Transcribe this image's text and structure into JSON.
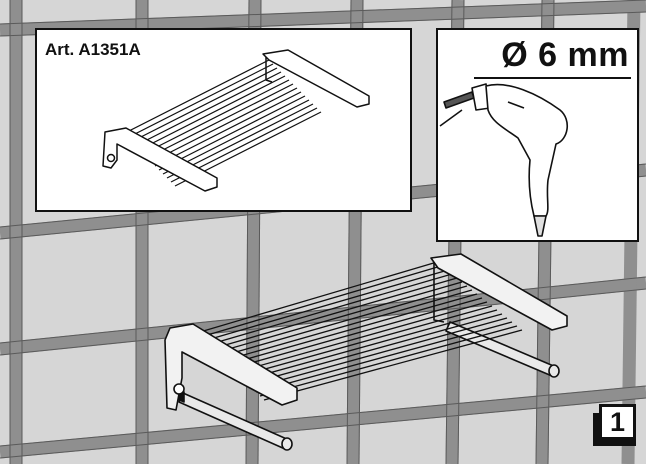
{
  "product": {
    "article": "Art. A1351A"
  },
  "tool": {
    "drill_diameter": "Ø 6 mm",
    "icon": "drill-icon"
  },
  "step": {
    "number": "1"
  },
  "colors": {
    "tile": "#d6d6d6",
    "grout": "#8f8f8f",
    "outline": "#111111",
    "panel": "#ffffff"
  }
}
